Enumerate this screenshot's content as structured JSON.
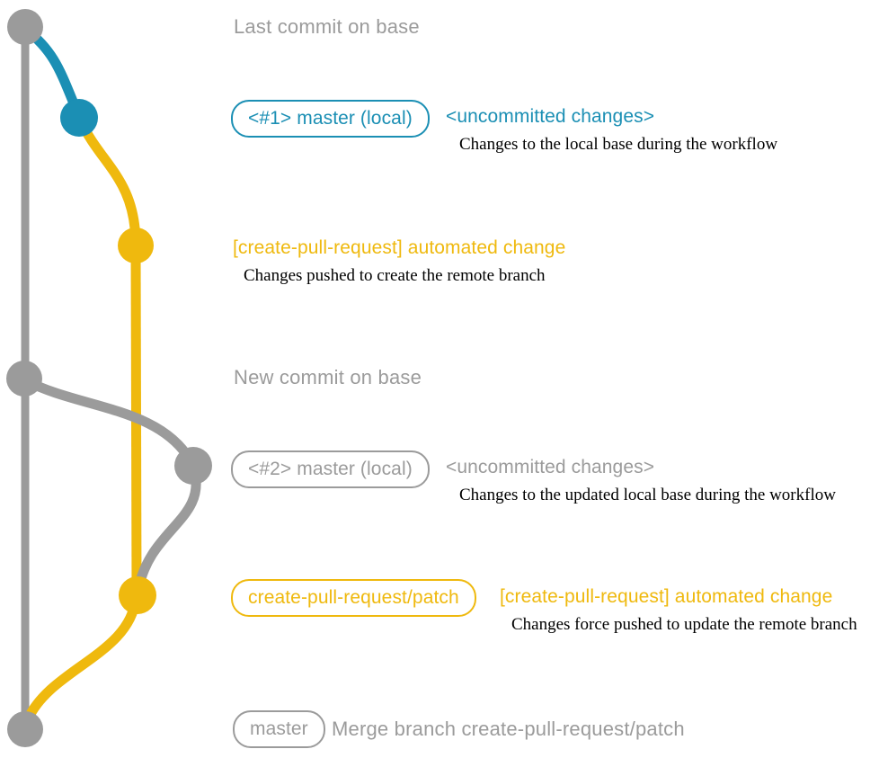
{
  "colors": {
    "gray": "#9B9B9B",
    "teal": "#1B8FB4",
    "yellow": "#EFB90E",
    "black": "#000000",
    "background": "#FFFFFF"
  },
  "graph": {
    "commits": [
      {
        "id": "last-commit-on-base",
        "branch": "base",
        "color": "gray"
      },
      {
        "id": "uncommitted-changes-1",
        "branch": "master-local",
        "color": "teal"
      },
      {
        "id": "automated-change-1",
        "branch": "create-pull-request-patch",
        "color": "yellow"
      },
      {
        "id": "new-commit-on-base",
        "branch": "base",
        "color": "gray"
      },
      {
        "id": "uncommitted-changes-2",
        "branch": "master-local",
        "color": "gray"
      },
      {
        "id": "automated-change-2",
        "branch": "create-pull-request-patch",
        "color": "yellow"
      },
      {
        "id": "merge-commit",
        "branch": "base",
        "color": "gray"
      }
    ]
  },
  "rows": {
    "last_commit": {
      "label": "Last commit on base"
    },
    "uncommitted_1": {
      "badge": "<#1> master (local)",
      "title": "<uncommitted changes>",
      "description": "Changes to the local base during the workflow"
    },
    "automated_1": {
      "title": "[create-pull-request] automated change",
      "description": "Changes pushed to create the remote branch"
    },
    "new_commit": {
      "label": "New commit on base"
    },
    "uncommitted_2": {
      "badge": "<#2> master (local)",
      "title": "<uncommitted changes>",
      "description": "Changes to the updated local base during the workflow"
    },
    "automated_2": {
      "badge": "create-pull-request/patch",
      "title": "[create-pull-request] automated change",
      "description": "Changes force pushed to update the remote branch"
    },
    "merge": {
      "badge": "master",
      "label": "Merge branch create-pull-request/patch"
    }
  }
}
